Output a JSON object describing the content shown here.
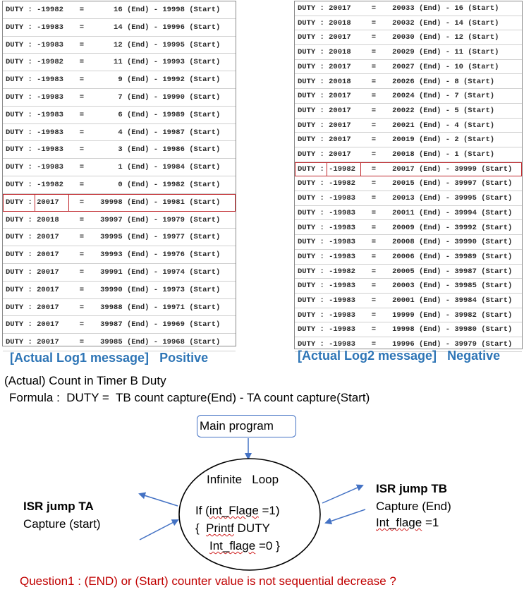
{
  "log1": {
    "rows": [
      {
        "label": "DUTY",
        "value": "-19982",
        "end": "16",
        "start": "19998"
      },
      {
        "label": "DUTY",
        "value": "-19983",
        "end": "14",
        "start": "19996"
      },
      {
        "label": "DUTY",
        "value": "-19983",
        "end": "12",
        "start": "19995"
      },
      {
        "label": "DUTY",
        "value": "-19982",
        "end": "11",
        "start": "19993"
      },
      {
        "label": "DUTY",
        "value": "-19983",
        "end": "9",
        "start": "19992"
      },
      {
        "label": "DUTY",
        "value": "-19983",
        "end": "7",
        "start": "19990"
      },
      {
        "label": "DUTY",
        "value": "-19983",
        "end": "6",
        "start": "19989"
      },
      {
        "label": "DUTY",
        "value": "-19983",
        "end": "4",
        "start": "19987"
      },
      {
        "label": "DUTY",
        "value": "-19983",
        "end": "3",
        "start": "19986"
      },
      {
        "label": "DUTY",
        "value": "-19983",
        "end": "1",
        "start": "19984"
      },
      {
        "label": "DUTY",
        "value": "-19982",
        "end": "0",
        "start": "19982"
      },
      {
        "label": "DUTY",
        "value": "20017",
        "end": "39998",
        "start": "19981"
      },
      {
        "label": "DUTY",
        "value": "20018",
        "end": "39997",
        "start": "19979"
      },
      {
        "label": "DUTY",
        "value": "20017",
        "end": "39995",
        "start": "19977"
      },
      {
        "label": "DUTY",
        "value": "20017",
        "end": "39993",
        "start": "19976"
      },
      {
        "label": "DUTY",
        "value": "20017",
        "end": "39991",
        "start": "19974"
      },
      {
        "label": "DUTY",
        "value": "20017",
        "end": "39990",
        "start": "19973"
      },
      {
        "label": "DUTY",
        "value": "20017",
        "end": "39988",
        "start": "19971"
      },
      {
        "label": "DUTY",
        "value": "20017",
        "end": "39987",
        "start": "19969"
      },
      {
        "label": "DUTY",
        "value": "20017",
        "end": "39985",
        "start": "19968"
      }
    ],
    "highlight_index": 11,
    "caption": "[Actual Log1 message]",
    "caption_tag": "Positive"
  },
  "log2": {
    "rows": [
      {
        "label": "DUTY",
        "value": "20017",
        "end": "20033",
        "start": "16"
      },
      {
        "label": "DUTY",
        "value": "20018",
        "end": "20032",
        "start": "14"
      },
      {
        "label": "DUTY",
        "value": "20017",
        "end": "20030",
        "start": "12"
      },
      {
        "label": "DUTY",
        "value": "20018",
        "end": "20029",
        "start": "11"
      },
      {
        "label": "DUTY",
        "value": "20017",
        "end": "20027",
        "start": "10"
      },
      {
        "label": "DUTY",
        "value": "20018",
        "end": "20026",
        "start": "8"
      },
      {
        "label": "DUTY",
        "value": "20017",
        "end": "20024",
        "start": "7"
      },
      {
        "label": "DUTY",
        "value": "20017",
        "end": "20022",
        "start": "5"
      },
      {
        "label": "DUTY",
        "value": "20017",
        "end": "20021",
        "start": "4"
      },
      {
        "label": "DUTY",
        "value": "20017",
        "end": "20019",
        "start": "2"
      },
      {
        "label": "DUTY",
        "value": "20017",
        "end": "20018",
        "start": "1"
      },
      {
        "label": "DUTY",
        "value": "-19982",
        "end": "20017",
        "start": "39999"
      },
      {
        "label": "DUTY",
        "value": "-19982",
        "end": "20015",
        "start": "39997"
      },
      {
        "label": "DUTY",
        "value": "-19983",
        "end": "20013",
        "start": "39995"
      },
      {
        "label": "DUTY",
        "value": "-19983",
        "end": "20011",
        "start": "39994"
      },
      {
        "label": "DUTY",
        "value": "-19983",
        "end": "20009",
        "start": "39992"
      },
      {
        "label": "DUTY",
        "value": "-19983",
        "end": "20008",
        "start": "39990"
      },
      {
        "label": "DUTY",
        "value": "-19983",
        "end": "20006",
        "start": "39989"
      },
      {
        "label": "DUTY",
        "value": "-19982",
        "end": "20005",
        "start": "39987"
      },
      {
        "label": "DUTY",
        "value": "-19983",
        "end": "20003",
        "start": "39985"
      },
      {
        "label": "DUTY",
        "value": "-19983",
        "end": "20001",
        "start": "39984"
      },
      {
        "label": "DUTY",
        "value": "-19983",
        "end": "19999",
        "start": "39982"
      },
      {
        "label": "DUTY",
        "value": "-19983",
        "end": "19998",
        "start": "39980"
      },
      {
        "label": "DUTY",
        "value": "-19983",
        "end": "19996",
        "start": "39979"
      }
    ],
    "highlight_index": 11,
    "caption": "[Actual Log2 message]",
    "caption_tag": "Negative"
  },
  "log_tokens": {
    "end": "(End)",
    "start": "(Start)",
    "equals": "=",
    "minus": "-",
    "colon": ":"
  },
  "description": {
    "line1": "(Actual) Count in Timer B Duty",
    "line2": "Formula :  DUTY =  TB count capture(End) - TA count capture(Start)"
  },
  "diagram": {
    "main_program": "Main program",
    "loop_title": "Infinite   Loop",
    "loop_line1_prefix": "If (",
    "loop_line1_word": "int_Flage",
    "loop_line1_suffix": " =1)",
    "loop_line2_prefix": "{  ",
    "loop_line2_word": "Printf",
    "loop_line2_suffix": " DUTY",
    "loop_line3_word": "Int_flage",
    "loop_line3_suffix": " =0 }",
    "isr_ta_title": "ISR jump TA",
    "isr_ta_sub": "Capture (start)",
    "isr_tb_title": "ISR jump TB",
    "isr_tb_sub": "Capture (End)",
    "isr_tb_flag_word": "Int_flage",
    "isr_tb_flag_suffix": " =1"
  },
  "question": "Question1 : (END) or (Start) counter value is not sequential decrease ?",
  "colors": {
    "accent_blue": "#2e75b6",
    "highlight_red": "#c0282d",
    "question_red": "#c00000",
    "diagram_line": "#4472c4"
  }
}
